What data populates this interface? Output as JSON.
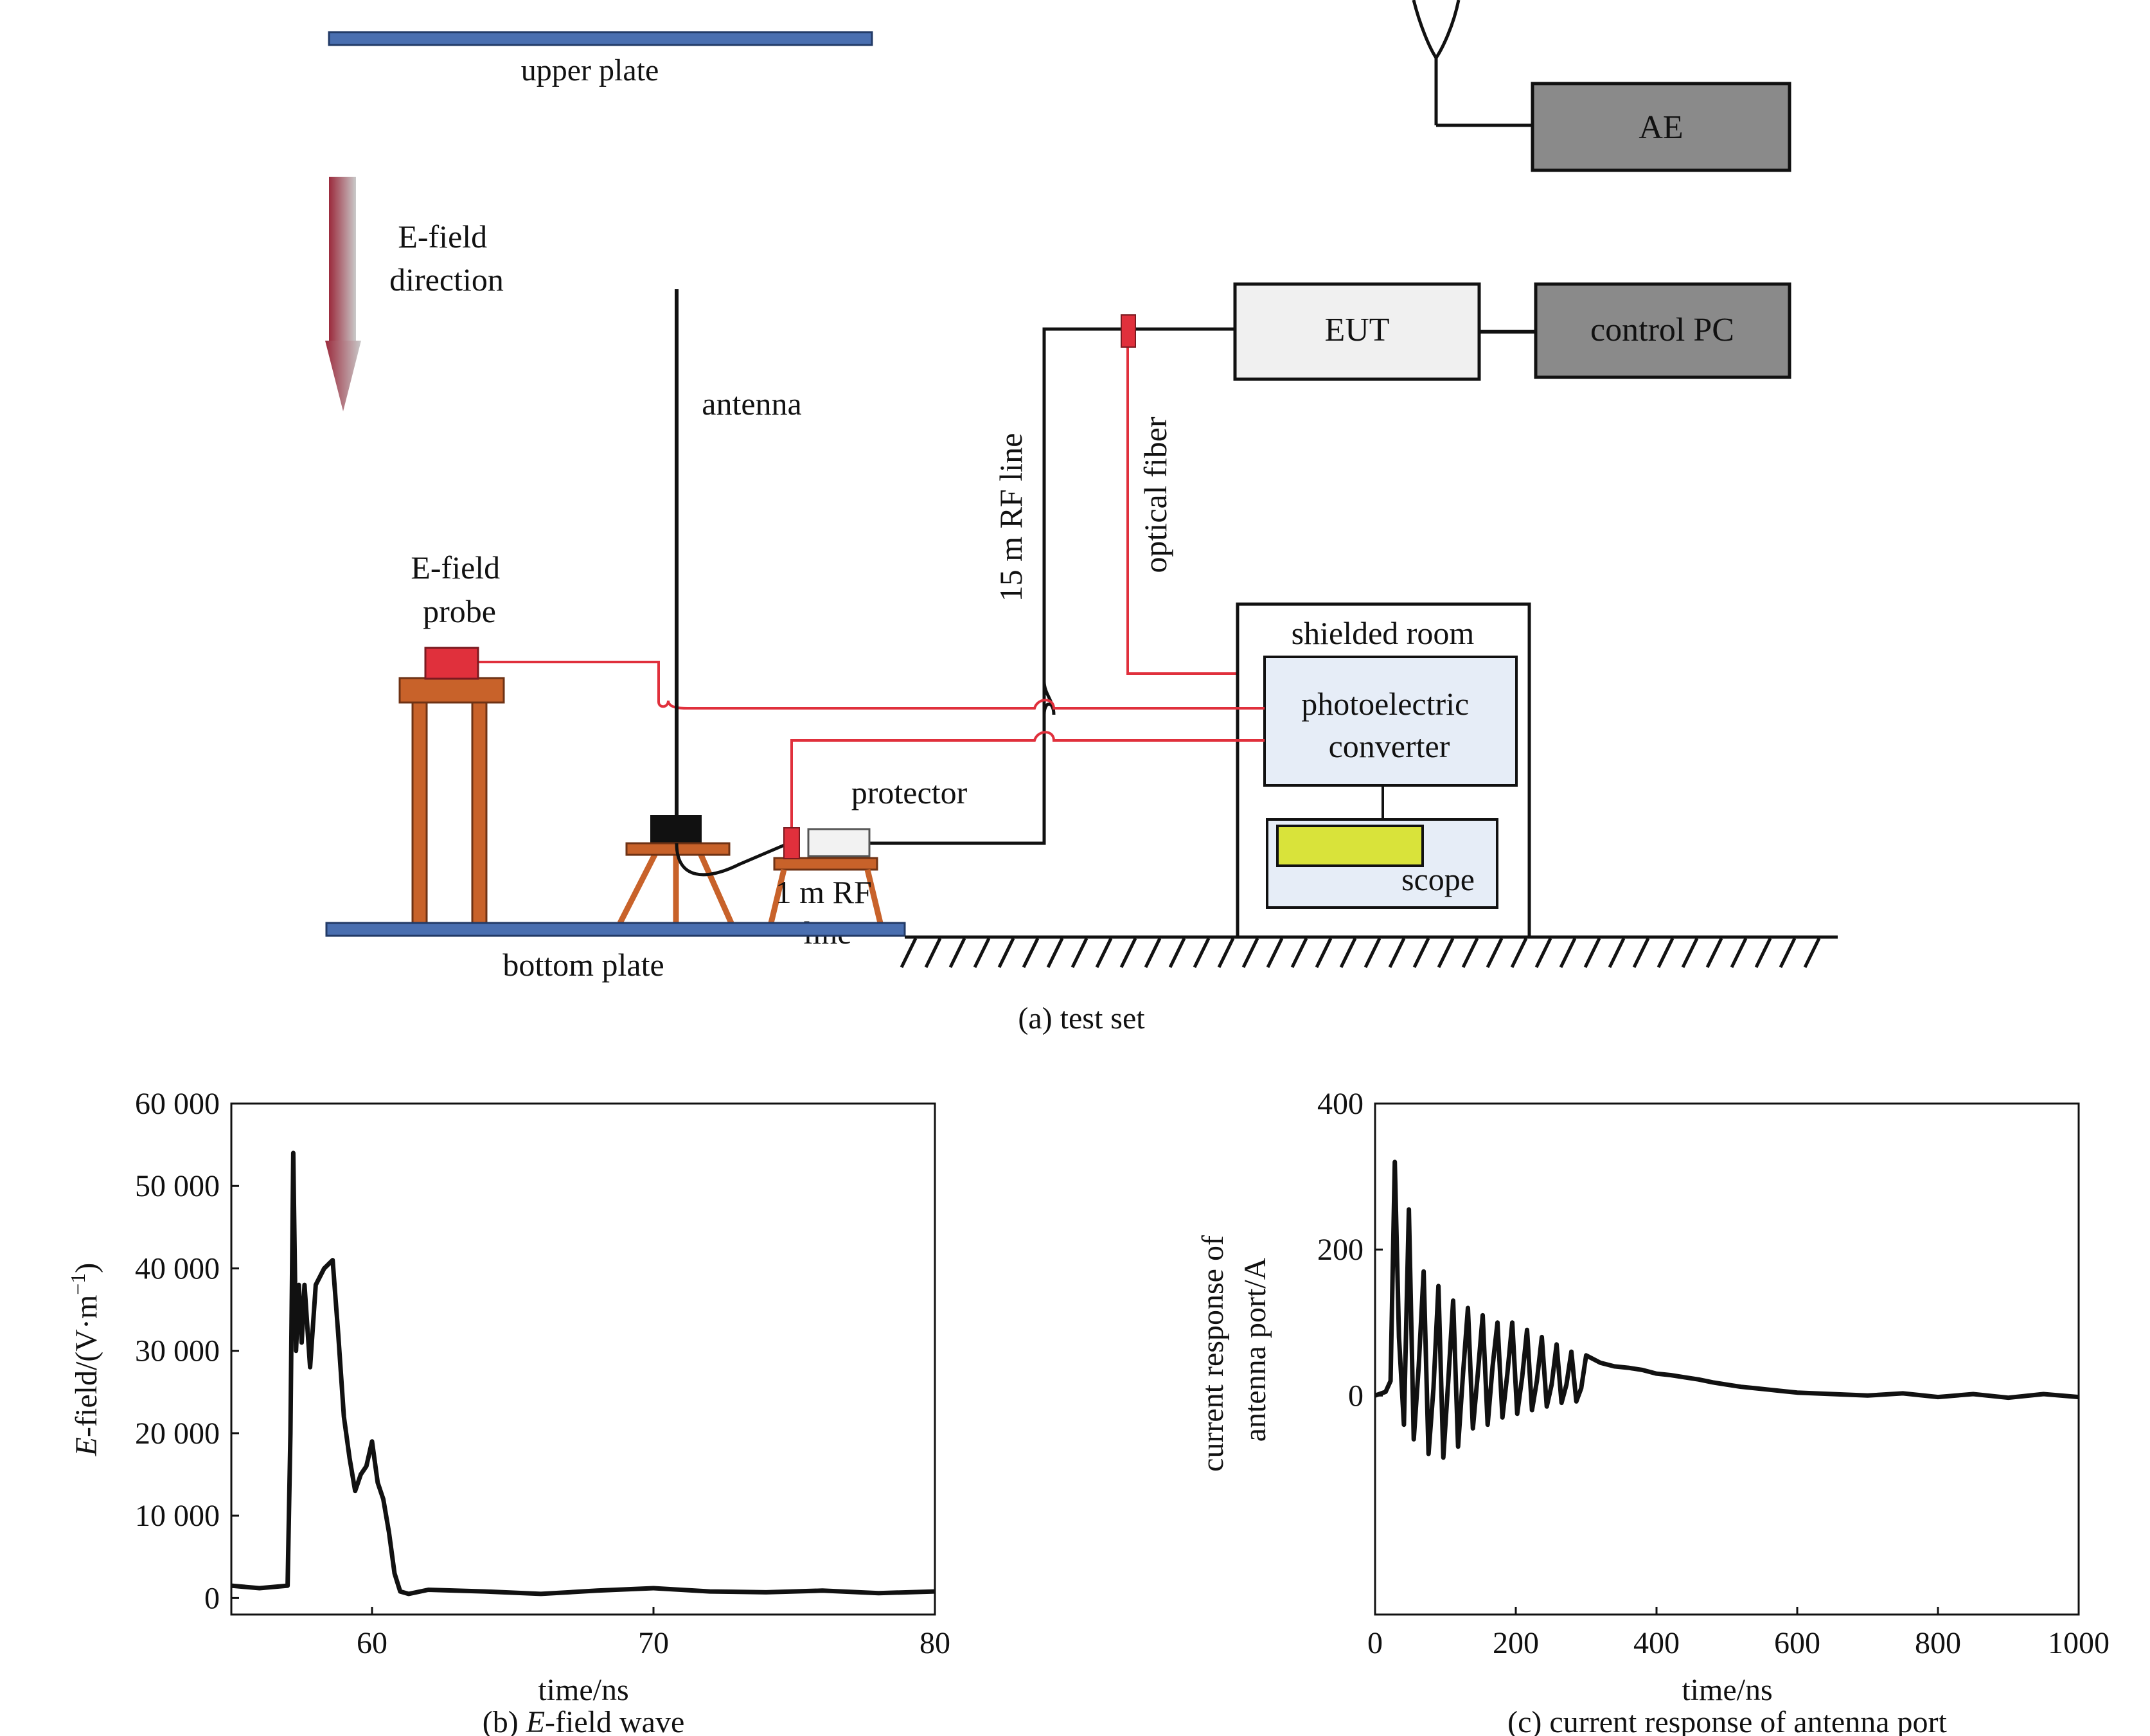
{
  "diagram": {
    "upper_plate": "upper plate",
    "bottom_plate": "bottom plate",
    "efield_direction": [
      "E-field",
      "direction"
    ],
    "efield_probe": [
      "E-field",
      "probe"
    ],
    "antenna": "antenna",
    "rf_line_15m": "15 m RF line",
    "optical_fiber": "optical fiber",
    "protector": "protector",
    "rf_line_1m": [
      "1 m RF",
      "line"
    ],
    "ae": "AE",
    "eut": "EUT",
    "control_pc": "control PC",
    "shielded_room": "shielded room",
    "photoelectric_converter": [
      "photoelectric",
      "converter"
    ],
    "scope": "scope",
    "caption": "(a) test set",
    "colors": {
      "plate": "#4a6fb0",
      "red_line": "#e0303c",
      "wood": "#c8622a",
      "gray_box": "#8a8a8a",
      "light_box": "#f0f0f0",
      "converter": "#e6edf7",
      "scope_screen": "#d9e33a",
      "arrow": "#9b2a3c"
    }
  },
  "chart_data": [
    {
      "type": "line",
      "caption_prefix": "(b) ",
      "caption_italic": "E",
      "caption_suffix": "-field wave",
      "xlabel": "time/ns",
      "ylabel_italic": "E",
      "ylabel_rest": "-field/(V·m",
      "ylabel_sup": "−1",
      "ylabel_close": ")",
      "xlim": [
        55,
        80
      ],
      "ylim": [
        -2000,
        60000
      ],
      "xticks": [
        60,
        70,
        80
      ],
      "xtick_labels": [
        "60",
        "70",
        "80"
      ],
      "yticks": [
        0,
        10000,
        20000,
        30000,
        40000,
        50000,
        60000
      ],
      "ytick_labels": [
        "0",
        "10 000",
        "20 000",
        "30 000",
        "40 000",
        "50 000",
        "60 000"
      ],
      "series": [
        {
          "x": [
            55,
            56,
            57,
            57.1,
            57.2,
            57.3,
            57.4,
            57.5,
            57.6,
            57.8,
            58.0,
            58.3,
            58.6,
            58.8,
            59.0,
            59.2,
            59.4,
            59.6,
            59.8,
            60.0,
            60.2,
            60.4,
            60.6,
            60.8,
            61.0,
            61.3,
            62,
            64,
            66,
            68,
            70,
            72,
            74,
            76,
            78,
            80
          ],
          "y": [
            1500,
            1200,
            1500,
            20000,
            54000,
            30000,
            38000,
            31000,
            38000,
            28000,
            38000,
            40000,
            41000,
            32000,
            22000,
            17000,
            13000,
            15000,
            16000,
            19000,
            14000,
            12000,
            8000,
            3000,
            800,
            500,
            1000,
            800,
            500,
            900,
            1200,
            800,
            700,
            900,
            600,
            800
          ]
        }
      ]
    },
    {
      "type": "line",
      "caption": "(c) current response of antenna port",
      "xlabel": "time/ns",
      "ylabel": [
        "current response of",
        "antenna port/A"
      ],
      "xlim": [
        0,
        1000
      ],
      "ylim": [
        -300,
        400
      ],
      "xticks": [
        0,
        200,
        400,
        600,
        800,
        1000
      ],
      "xtick_labels": [
        "0",
        "200",
        "400",
        "600",
        "800",
        "1000"
      ],
      "yticks": [
        0,
        200,
        400
      ],
      "ytick_labels": [
        "0",
        "200",
        "400"
      ],
      "series": [
        {
          "x": [
            0,
            15,
            22,
            28,
            34,
            41,
            48,
            55,
            62,
            69,
            76,
            83,
            90,
            97,
            104,
            111,
            118,
            125,
            132,
            139,
            146,
            153,
            160,
            167,
            174,
            181,
            188,
            195,
            202,
            209,
            216,
            223,
            230,
            237,
            244,
            251,
            258,
            265,
            272,
            279,
            286,
            293,
            300,
            320,
            340,
            360,
            380,
            400,
            420,
            440,
            460,
            480,
            500,
            520,
            540,
            560,
            580,
            600,
            650,
            700,
            750,
            800,
            850,
            900,
            950,
            1000
          ],
          "y": [
            0,
            5,
            20,
            320,
            80,
            -40,
            255,
            -60,
            40,
            170,
            -80,
            10,
            150,
            -85,
            20,
            130,
            -70,
            30,
            120,
            -45,
            30,
            110,
            -40,
            40,
            100,
            -30,
            30,
            100,
            -25,
            25,
            90,
            -20,
            20,
            80,
            -15,
            15,
            70,
            -10,
            15,
            60,
            -8,
            10,
            55,
            45,
            40,
            38,
            35,
            30,
            28,
            25,
            22,
            18,
            15,
            12,
            10,
            8,
            6,
            4,
            2,
            0,
            3,
            -2,
            2,
            -3,
            2,
            -2
          ]
        }
      ]
    }
  ]
}
